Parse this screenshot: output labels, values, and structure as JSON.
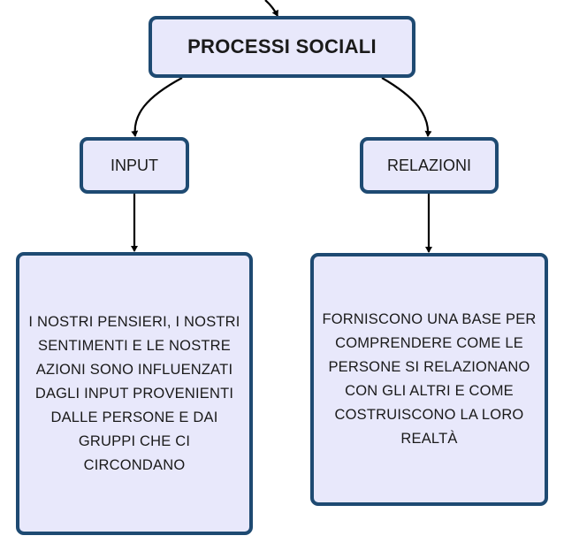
{
  "title": "PROCESSI SOCIALI",
  "branches": [
    {
      "label": "INPUT",
      "description": "I NOSTRI PENSIERI, I NOSTRI SENTIMENTI E LE NOSTRE AZIONI SONO INFLUENZATI DAGLI INPUT PROVENIENTI DALLE PERSONE E DAI GRUPPI CHE CI CIRCONDANO"
    },
    {
      "label": "RELAZIONI",
      "description": "FORNISCONO UNA BASE PER COMPRENDERE COME LE PERSONE SI RELAZIONANO CON GLI ALTRI E COME COSTRUISCONO LA LORO REALTÀ"
    }
  ],
  "colors": {
    "node_fill": "#e8e8fb",
    "node_border": "#1e4a72",
    "connector": "#000000"
  }
}
